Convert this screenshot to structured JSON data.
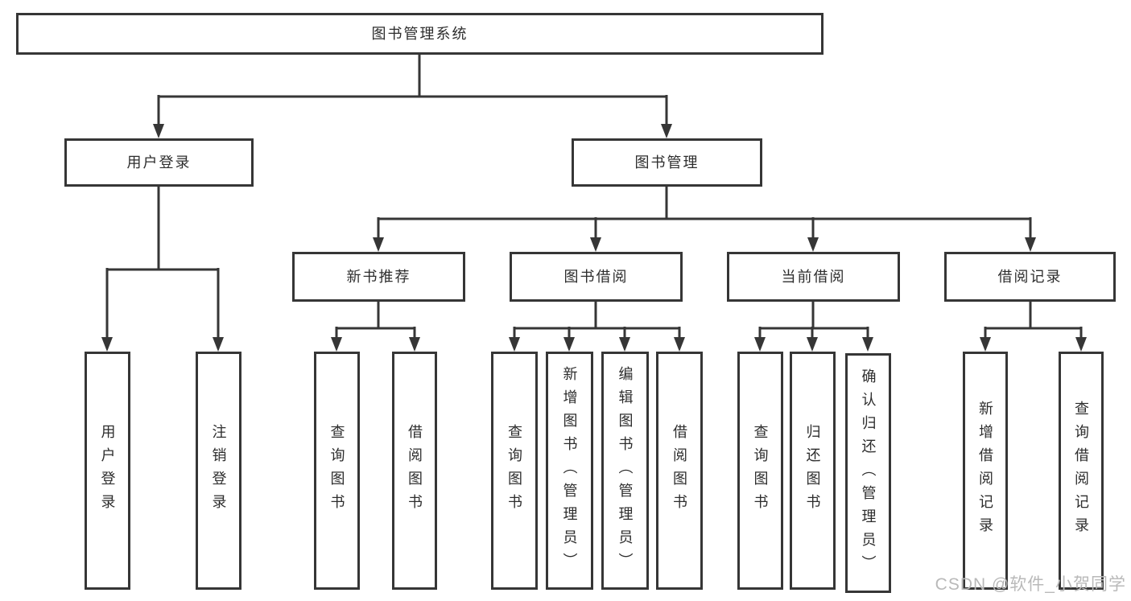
{
  "diagram": {
    "title_node": {
      "label": "图书管理系统"
    },
    "level2": [
      {
        "id": "user-login",
        "label": "用户登录"
      },
      {
        "id": "book-management",
        "label": "图书管理"
      }
    ],
    "level3": [
      {
        "id": "new-book-recommend",
        "label": "新书推荐"
      },
      {
        "id": "book-borrow",
        "label": "图书借阅"
      },
      {
        "id": "current-borrow",
        "label": "当前借阅"
      },
      {
        "id": "borrow-records",
        "label": "借阅记录"
      }
    ],
    "leaves": {
      "user_login": [
        "用户登录",
        "注销登录"
      ],
      "new_book_recommend": [
        "查询图书",
        "借阅图书"
      ],
      "book_borrow": [
        "查询图书",
        "新增图书（管理员）",
        "编辑图书（管理员）",
        "借阅图书"
      ],
      "current_borrow": [
        "查询图书",
        "归还图书",
        "确认归还（管理员）"
      ],
      "borrow_records": [
        "新增借阅记录",
        "查询借阅记录"
      ]
    }
  },
  "watermark": "CSDN @软件_小贺同学",
  "colors": {
    "line": "#363636",
    "text": "#2d2d2d",
    "watermark": "#b9b9b9",
    "background": "#ffffff"
  }
}
